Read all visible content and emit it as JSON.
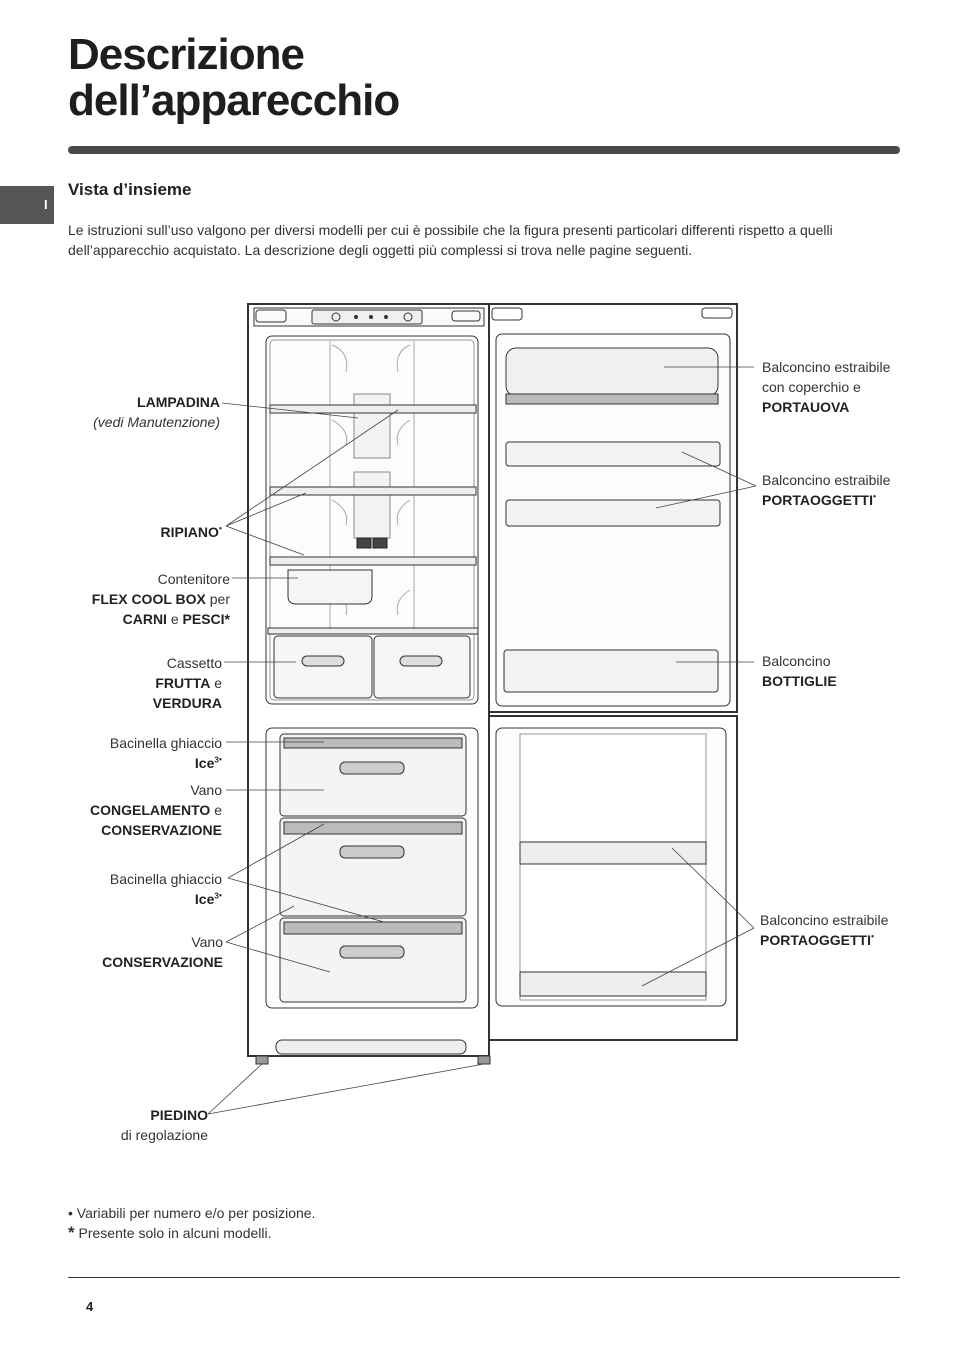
{
  "title_line1": "Descrizione",
  "title_line2": "dell’apparecchio",
  "side_tab": "I",
  "subtitle": "Vista d’insieme",
  "intro": "Le istruzioni sull’uso valgono per diversi modelli per cui è possibile che la figura presenti particolari differenti rispetto a quelli dell’apparecchio acquistato. La descrizione degli oggetti più complessi si trova nelle pagine seguenti.",
  "labels": {
    "lampadina": "LAMPADINA",
    "lampadina_note": "(vedi Manutenzione)",
    "ripiano": "RIPIANO",
    "flex_1": "Contenitore",
    "flex_2": "FLEX COOL BOX",
    "flex_3": "per",
    "flex_4": "CARNI",
    "flex_5": "e",
    "flex_6": "PESCI*",
    "cassetto_1": "Cassetto",
    "cassetto_2": "FRUTTA",
    "cassetto_3": "e",
    "cassetto_4": "VERDURA",
    "ice1_1": "Bacinella ghiaccio",
    "ice1_2": "Ice",
    "ice_sup": "3",
    "vano1_1": "Vano",
    "vano1_2": "CONGELAMENTO",
    "vano1_3": "e",
    "vano1_4": "CONSERVAZIONE",
    "ice2_1": "Bacinella ghiaccio",
    "ice2_2": "Ice",
    "vano2_1": "Vano",
    "vano2_2": "CONSERVAZIONE",
    "piedino_1": "PIEDINO",
    "piedino_2": "di regolazione",
    "portauova_1": "Balconcino estraibile",
    "portauova_2": "con coperchio e",
    "portauova_3": "PORTAUOVA",
    "portaogg1_1": "Balconcino estraibile",
    "portaogg1_2": "PORTAOGGETTI",
    "bottiglie_1": "Balconcino",
    "bottiglie_2": "BOTTIGLIE",
    "portaogg2_1": "Balconcino estraibile",
    "portaogg2_2": "PORTAOGGETTI",
    "bullet": "•"
  },
  "notes": {
    "note1_symbol": "•",
    "note1": "Variabili per numero e/o per posizione.",
    "note2_symbol": "*",
    "note2": "Presente solo in alcuni modelli."
  },
  "page_number": "4"
}
